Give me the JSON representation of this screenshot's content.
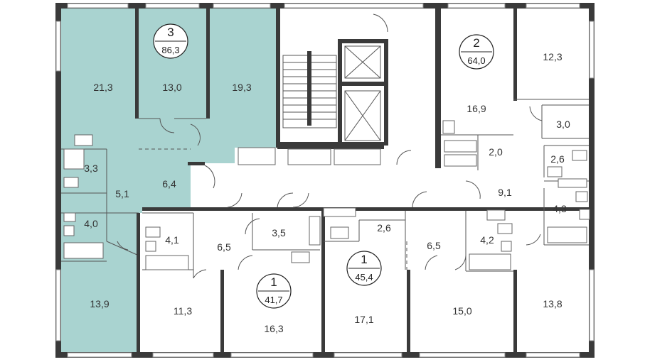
{
  "colors": {
    "highlight": "#a9d3d0",
    "wall": "#3a3a3a",
    "window": "#8a8a8a",
    "text": "#333333"
  },
  "apartments": [
    {
      "id": "apt-3",
      "rooms": "3",
      "area": "86,3"
    },
    {
      "id": "apt-2",
      "rooms": "2",
      "area": "64,0"
    },
    {
      "id": "apt-1a",
      "rooms": "1",
      "area": "41,7"
    },
    {
      "id": "apt-1b",
      "rooms": "1",
      "area": "45,4"
    }
  ],
  "rooms": {
    "r21_3": "21,3",
    "r13_0": "13,0",
    "r19_3": "19,3",
    "r3_3": "3,3",
    "r5_1": "5,1",
    "r6_4": "6,4",
    "r4_0": "4,0",
    "r13_9": "13,9",
    "r4_1": "4,1",
    "r6_5a": "6,5",
    "r3_5": "3,5",
    "r11_3": "11,3",
    "r16_3": "16,3",
    "r2_6a": "2,6",
    "r17_1": "17,1",
    "r6_5b": "6,5",
    "r4_2": "4,2",
    "r15_0": "15,0",
    "r16_9": "16,9",
    "r2_0": "2,0",
    "r12_3": "12,3",
    "r3_0": "3,0",
    "r2_6b": "2,6",
    "r9_1": "9,1",
    "r4_3": "4,3",
    "r13_8": "13,8"
  }
}
